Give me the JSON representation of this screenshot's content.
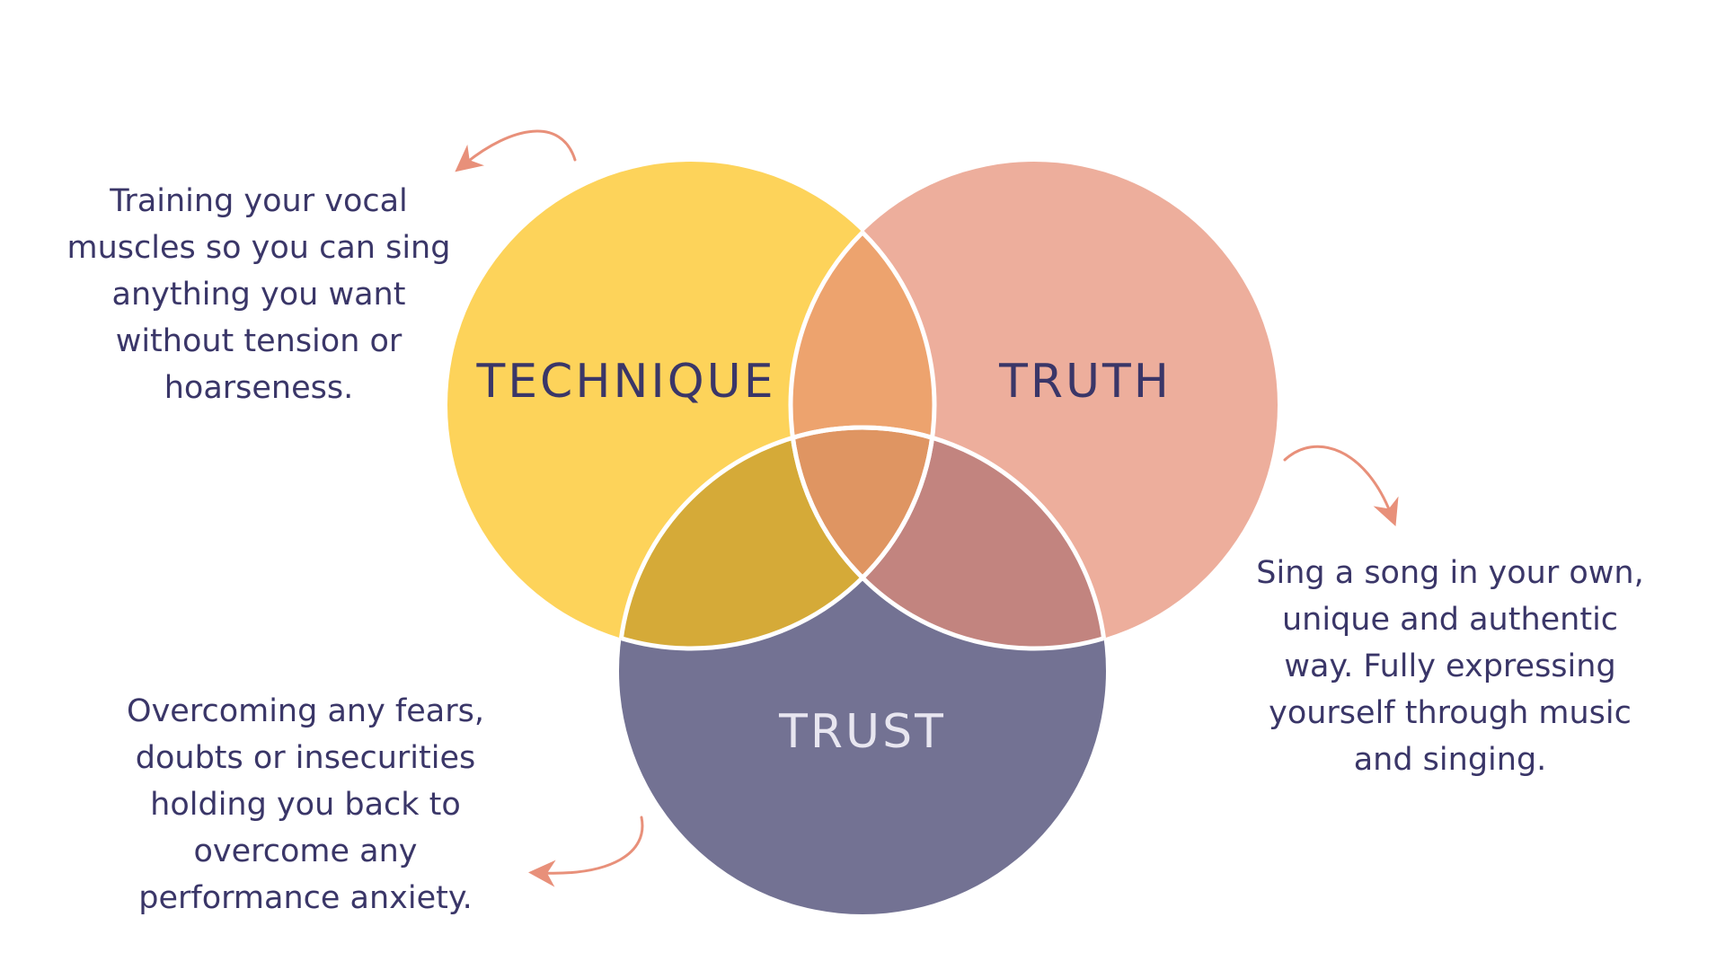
{
  "colors": {
    "technique": "#FDD35A",
    "truth": "#EDAE9C",
    "trust": "#737293",
    "technique_truth": "#EDA36E",
    "technique_trust": "#D5AA38",
    "truth_trust": "#C2847F",
    "all": "#DF9562",
    "text": "#3A3668",
    "trust_label": "#E8E6F0",
    "arrow": "#E8907A"
  },
  "circles": {
    "technique": "TECHNIQUE",
    "truth": "TRUTH",
    "trust": "TRUST"
  },
  "descriptions": {
    "technique": [
      "Training your vocal",
      "muscles so you can sing",
      "anything you want",
      "without tension or",
      "hoarseness."
    ],
    "truth": [
      "Sing a song in your own,",
      "unique and authentic",
      "way. Fully expressing",
      "yourself through music",
      "and singing."
    ],
    "trust": [
      "Overcoming any fears,",
      "doubts or insecurities",
      "holding you back to",
      "overcome any",
      "performance anxiety."
    ]
  }
}
